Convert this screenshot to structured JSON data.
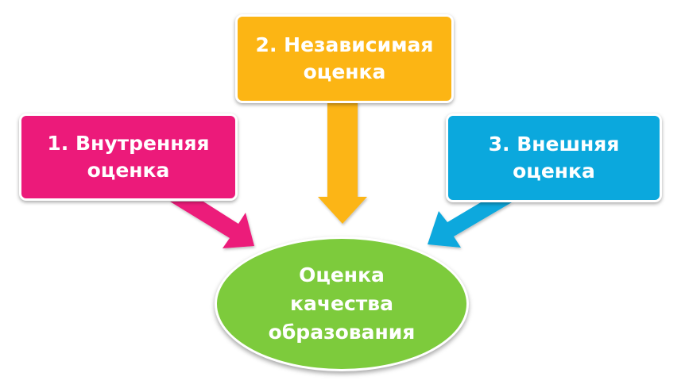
{
  "diagram": {
    "boxes": [
      {
        "id": "internal",
        "line1": "1. Внутренняя",
        "line2": "оценка",
        "color": "#EC1A7A"
      },
      {
        "id": "independent",
        "line1": "2. Независимая",
        "line2": "оценка",
        "color": "#FCB514"
      },
      {
        "id": "external",
        "line1": "3. Внешняя",
        "line2": "оценка",
        "color": "#0BA8DD"
      }
    ],
    "center": {
      "line1": "Оценка",
      "line2": "качества",
      "line3": "образования",
      "color": "#7DCB3C"
    },
    "arrows": [
      {
        "from": "internal",
        "to": "center",
        "color": "#EC1A7A"
      },
      {
        "from": "independent",
        "to": "center",
        "color": "#FCB514"
      },
      {
        "from": "external",
        "to": "center",
        "color": "#0BA8DD"
      }
    ]
  }
}
